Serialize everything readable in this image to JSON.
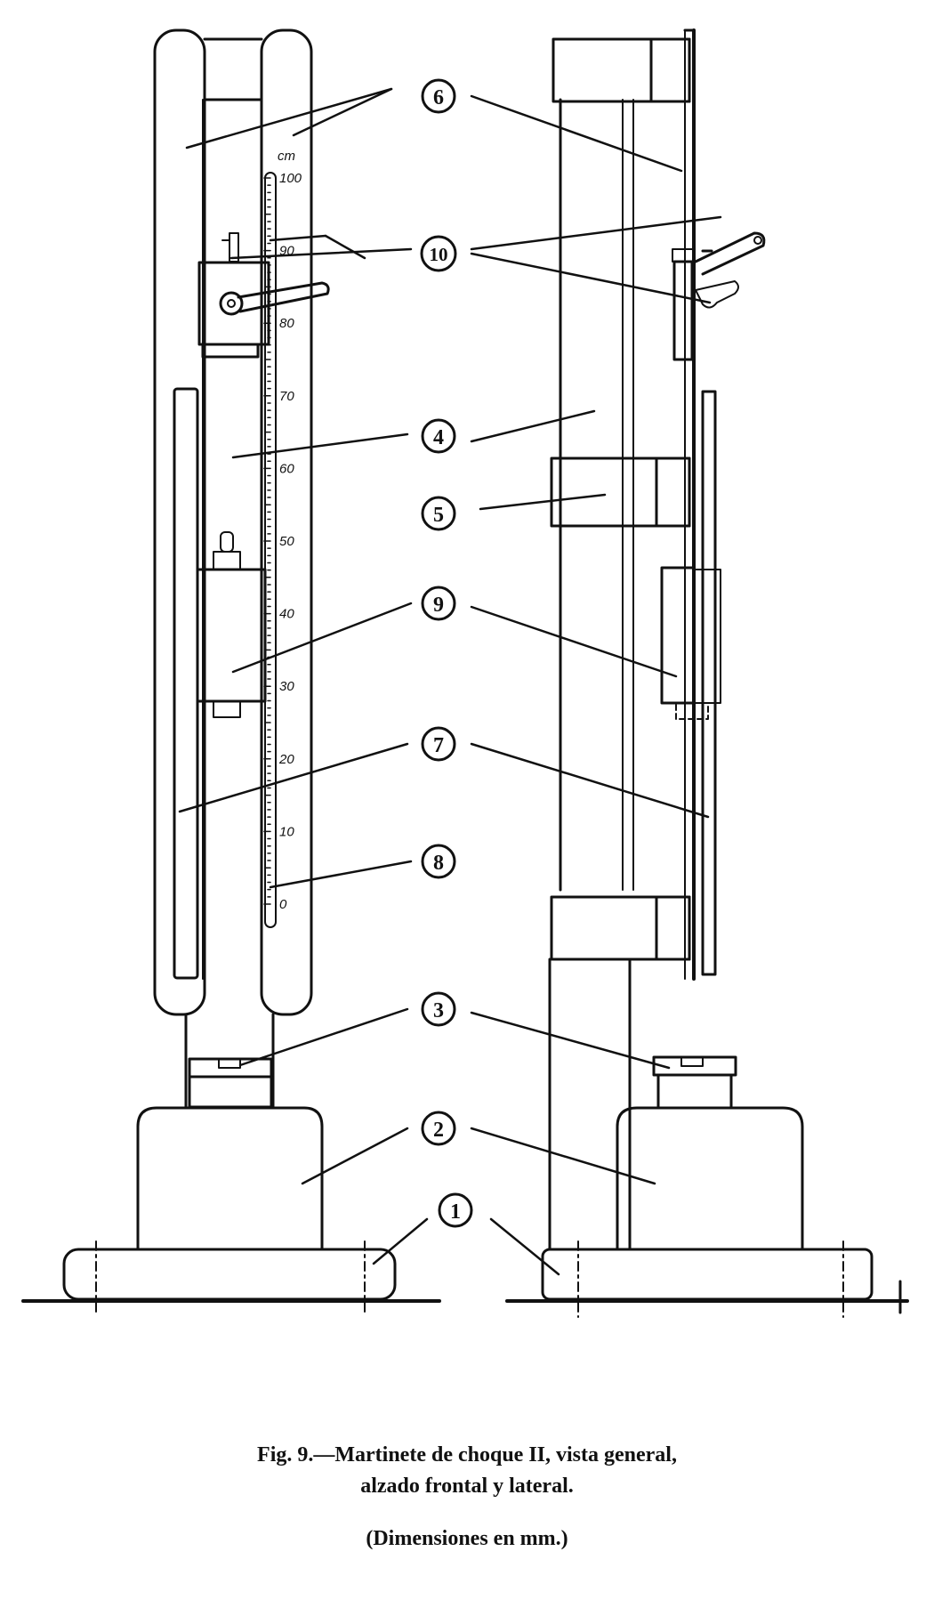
{
  "scale": {
    "unit": "cm",
    "ticks": [
      "100",
      "90",
      "80",
      "70",
      "60",
      "50",
      "40",
      "30",
      "20",
      "10",
      "0"
    ]
  },
  "callouts": [
    "1",
    "2",
    "3",
    "4",
    "5",
    "6",
    "7",
    "8",
    "9",
    "10"
  ],
  "caption": {
    "line1": "Fig. 9.—Martinete de choque II, vista general,",
    "line2": "alzado frontal y lateral.",
    "line3": "(Dimensiones en mm.)"
  },
  "colors": {
    "ink": "#111111",
    "paper": "#ffffff"
  }
}
